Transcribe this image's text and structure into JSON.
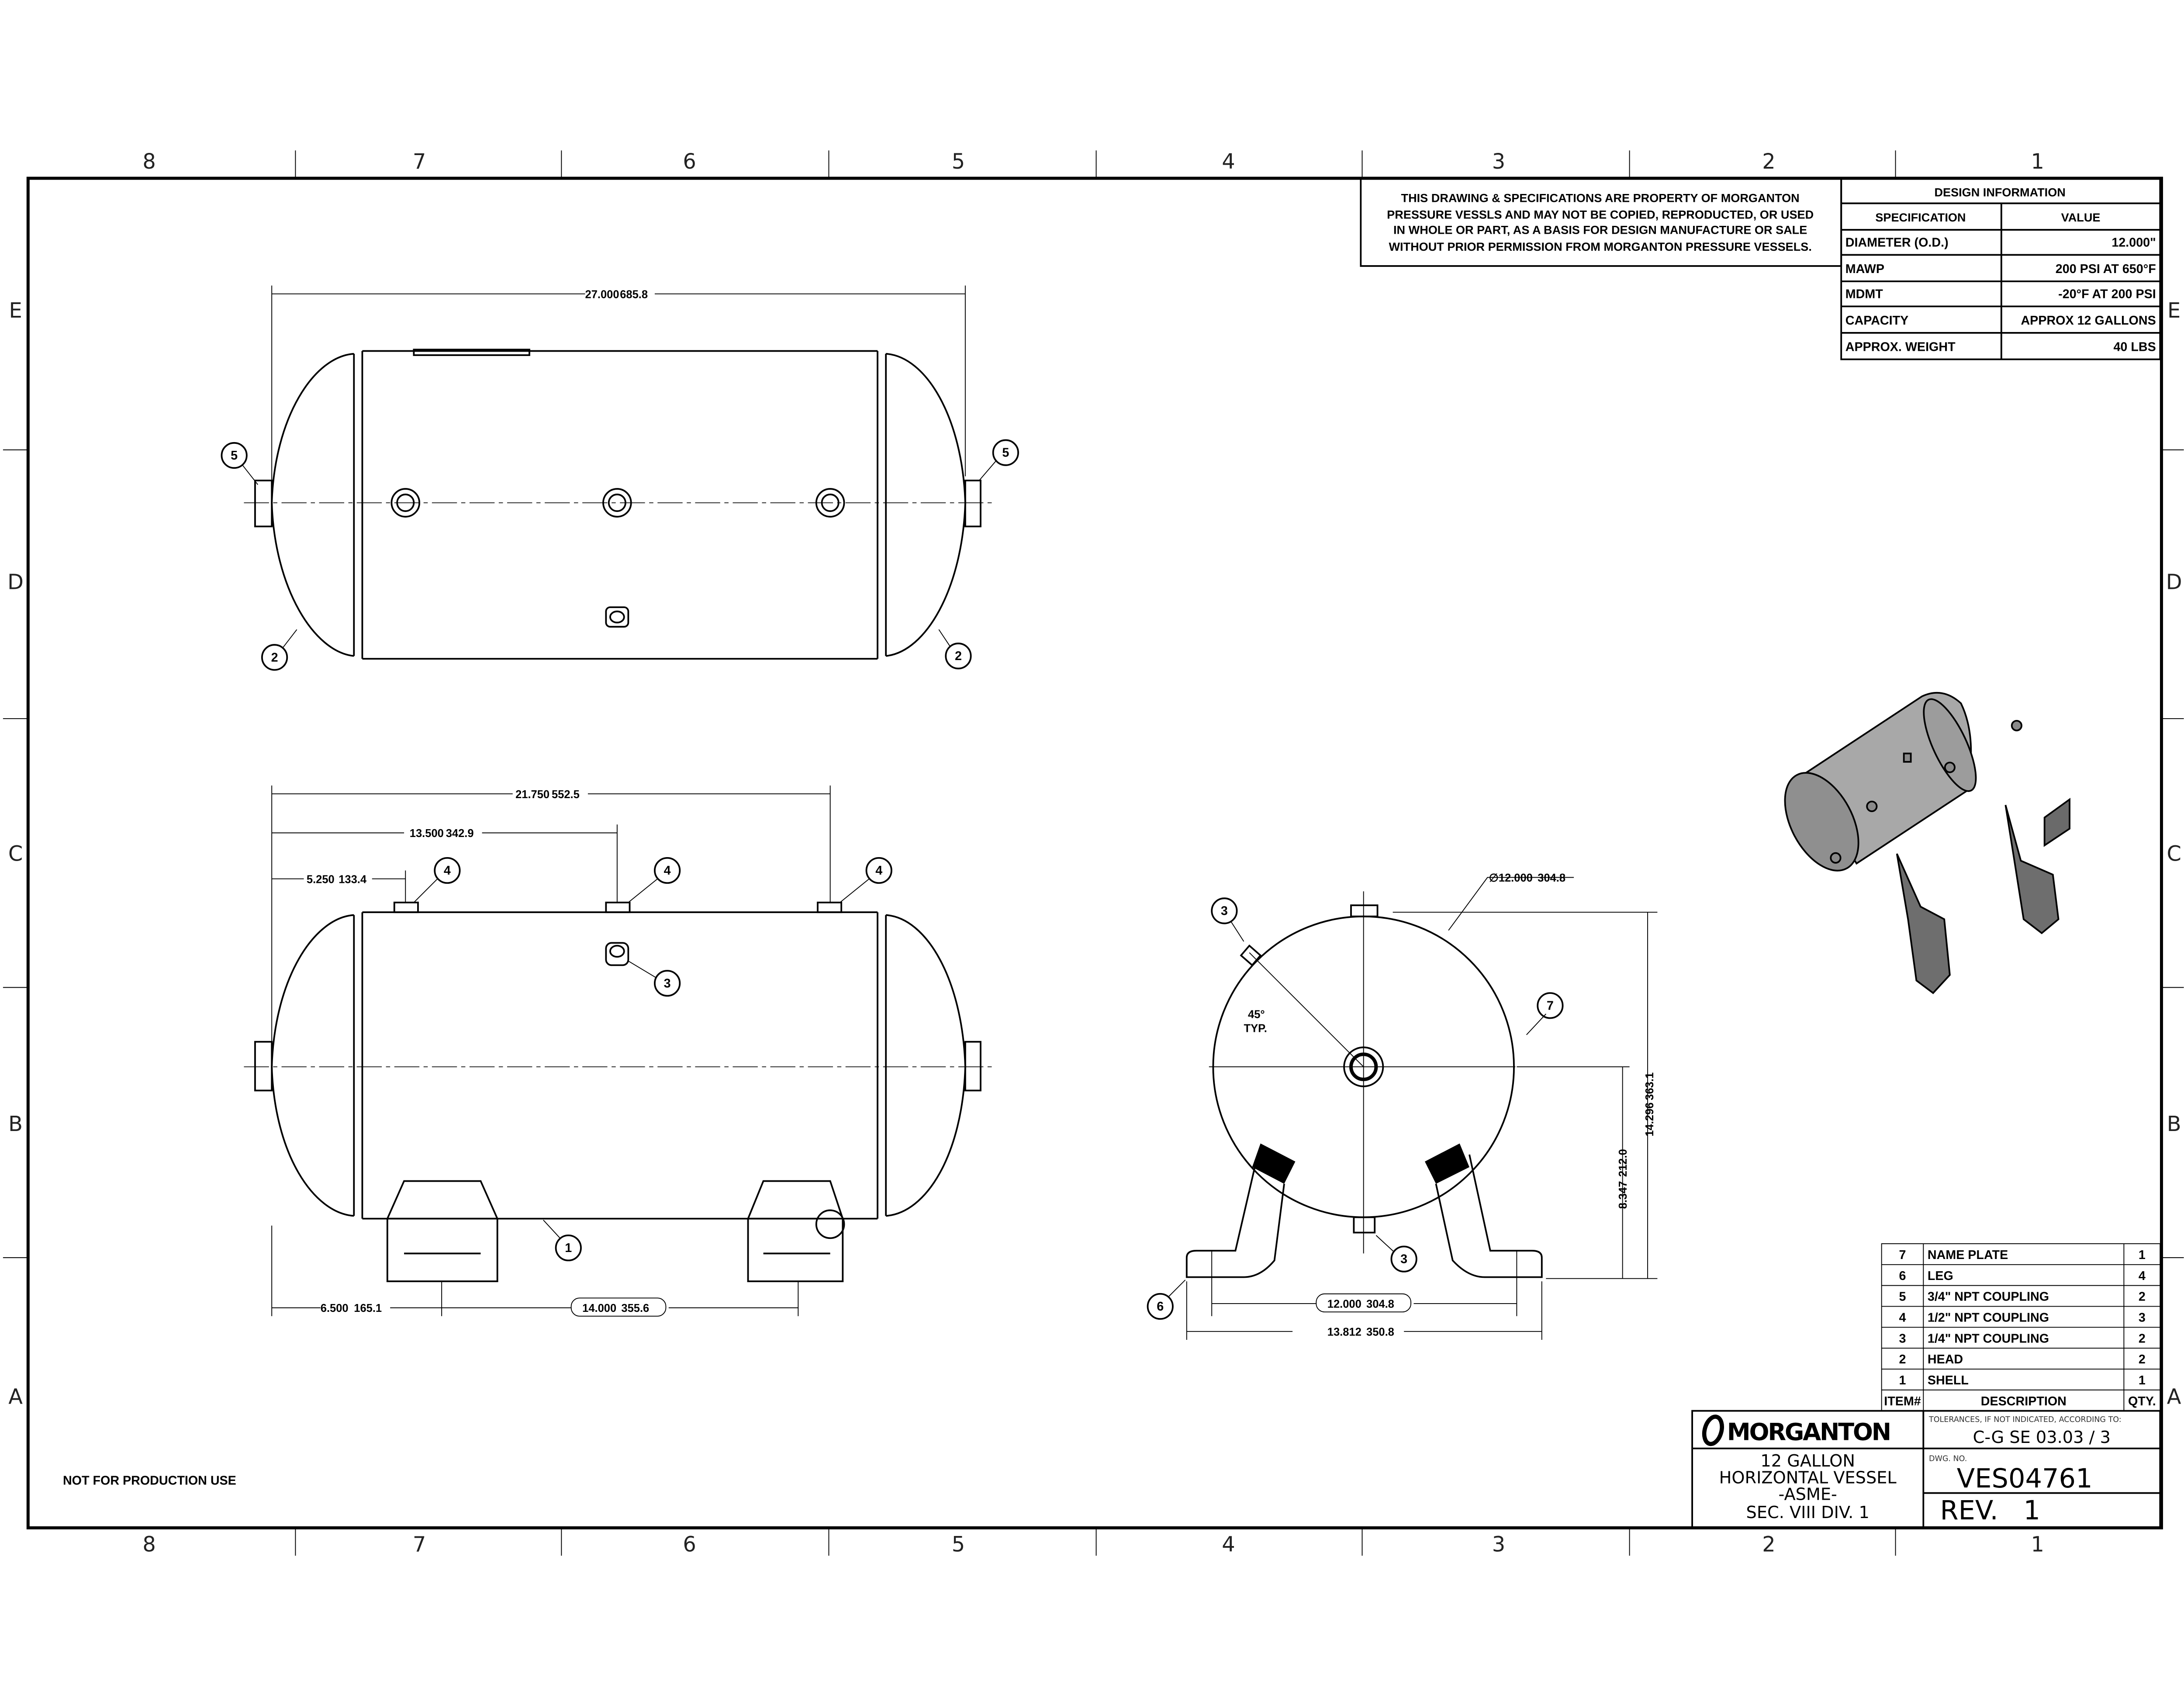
{
  "zones": {
    "columns": [
      "8",
      "7",
      "6",
      "5",
      "4",
      "3",
      "2",
      "1"
    ],
    "rows": [
      "E",
      "D",
      "C",
      "B",
      "A"
    ]
  },
  "notice": [
    "THIS DRAWING & SPECIFICATIONS ARE PROPERTY OF MORGANTON",
    "PRESSURE VESSLS AND MAY NOT BE COPIED, REPRODUCTED,  OR USED",
    "IN WHOLE OR PART, AS A BASIS FOR DESIGN MANUFACTURE OR SALE",
    "WITHOUT PRIOR PERMISSION FROM MORGANTON PRESSURE VESSELS."
  ],
  "design_info": {
    "title": "DESIGN INFORMATION",
    "col_spec": "SPECIFICATION",
    "col_value": "VALUE",
    "rows": [
      {
        "spec": "DIAMETER (O.D.)",
        "value": "12.000\""
      },
      {
        "spec": "MAWP",
        "value": "200 PSI AT 650°F"
      },
      {
        "spec": "MDMT",
        "value": "-20°F AT 200 PSI"
      },
      {
        "spec": "CAPACITY",
        "value": "APPROX 12 GALLONS"
      },
      {
        "spec": "APPROX. WEIGHT",
        "value": "40 LBS"
      }
    ]
  },
  "bom": {
    "col_item": "ITEM#",
    "col_desc": "DESCRIPTION",
    "col_qty": "QTY.",
    "rows": [
      {
        "item": "7",
        "desc": "NAME PLATE",
        "qty": "1"
      },
      {
        "item": "6",
        "desc": "LEG",
        "qty": "4"
      },
      {
        "item": "5",
        "desc": "3/4\" NPT COUPLING",
        "qty": "2"
      },
      {
        "item": "4",
        "desc": "1/2\" NPT COUPLING",
        "qty": "3"
      },
      {
        "item": "3",
        "desc": "1/4\" NPT COUPLING",
        "qty": "2"
      },
      {
        "item": "2",
        "desc": "HEAD",
        "qty": "2"
      },
      {
        "item": "1",
        "desc": "SHELL",
        "qty": "1"
      }
    ]
  },
  "title_block": {
    "logo": "MORGANTON",
    "tolerances_label": "TOLERANCES, IF NOT INDICATED, ACCORDING TO:",
    "tolerances_value": "C-G SE 03.03 / 3",
    "title_lines": [
      "12 GALLON",
      "HORIZONTAL VESSEL",
      "-ASME-",
      "SEC. VIII DIV. 1"
    ],
    "dwg_label": "DWG. NO.",
    "dwg_no": "VES04761",
    "rev": "REV.   1"
  },
  "note": "NOT FOR PRODUCTION USE",
  "top_view": {
    "dim_length": "27.000",
    "dim_length_mm": "685.8",
    "balloons": [
      "5",
      "5",
      "2",
      "2"
    ]
  },
  "front_view": {
    "dims": [
      {
        "in": "21.750",
        "mm": "552.5"
      },
      {
        "in": "13.500",
        "mm": "342.9"
      },
      {
        "in": "5.250",
        "mm": "133.4"
      },
      {
        "in": "6.500",
        "mm": "165.1"
      },
      {
        "in": "14.000",
        "mm": "355.6"
      }
    ],
    "balloons": [
      "4",
      "4",
      "4",
      "3",
      "1"
    ]
  },
  "end_view": {
    "diameter": "∅12.000",
    "diameter_mm": "304.8",
    "angle": "45°",
    "angle_note": "TYP.",
    "dims": [
      {
        "in": "14.296",
        "mm": "363.1"
      },
      {
        "in": "8.347",
        "mm": "212.0"
      },
      {
        "in": "12.000",
        "mm": "304.8"
      },
      {
        "in": "13.812",
        "mm": "350.8"
      }
    ],
    "balloons": [
      "3",
      "7",
      "3",
      "6"
    ]
  },
  "colors": {
    "line": "#000000",
    "iso_body": "#a8a8a8",
    "iso_leg": "#6e6e6e"
  }
}
